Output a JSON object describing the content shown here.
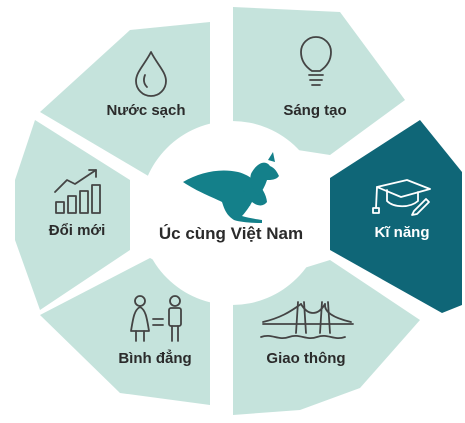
{
  "colors": {
    "segment": "#c5e3dc",
    "segment_active": "#0f6677",
    "center": "#ffffff",
    "text_dark": "#2b2b2b",
    "text_light": "#ffffff",
    "accent": "#14808a",
    "icon_stroke": "#444444"
  },
  "center": {
    "label": "Úc cùng Việt Nam",
    "icon": "kangaroo-icon"
  },
  "segments": [
    {
      "id": "clean-water",
      "label": "Nước sạch",
      "icon": "water-drop-icon",
      "active": false
    },
    {
      "id": "innovation",
      "label": "Sáng tạo",
      "icon": "lightbulb-icon",
      "active": false
    },
    {
      "id": "skills",
      "label": "Kĩ năng",
      "icon": "graduation-cap-icon",
      "active": true
    },
    {
      "id": "transport",
      "label": "Giao thông",
      "icon": "bridge-icon",
      "active": false
    },
    {
      "id": "equality",
      "label": "Bình đẳng",
      "icon": "gender-equality-icon",
      "active": false
    },
    {
      "id": "reform",
      "label": "Đổi mới",
      "icon": "growth-chart-icon",
      "active": false
    }
  ]
}
